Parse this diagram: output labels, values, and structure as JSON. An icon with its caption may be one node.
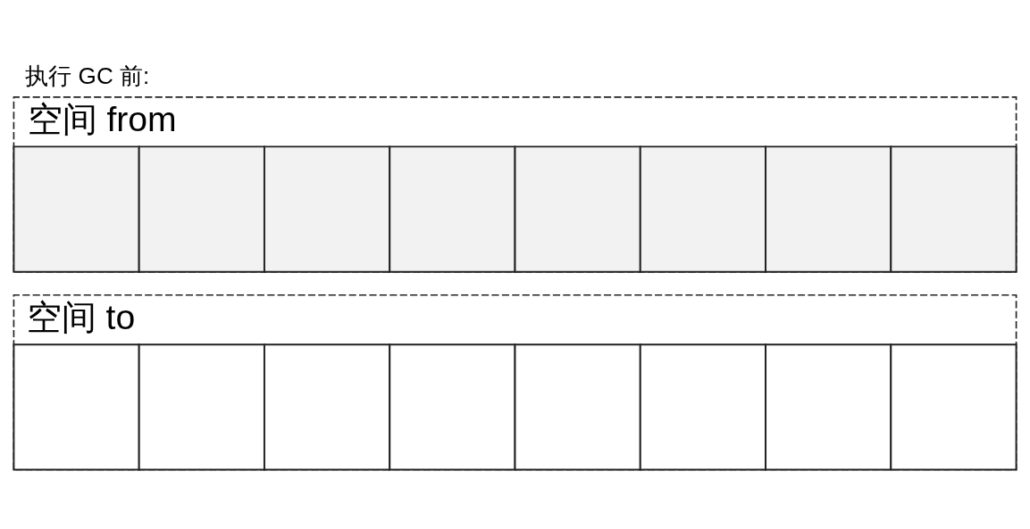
{
  "diagram": {
    "title": "执行 GC 前:",
    "nodes": [
      {
        "text": [
          "空间 from"
        ]
      },
      {
        "text": [],
        "shape": "box",
        "in": 0
      },
      {
        "text": [],
        "shape": "box",
        "in": 0
      },
      {
        "text": [],
        "shape": "box",
        "in": 0
      },
      {
        "text": [],
        "shape": "box",
        "in": 0
      },
      {
        "text": [],
        "shape": "box",
        "in": 0
      },
      {
        "text": [],
        "shape": "box",
        "in": 0
      },
      {
        "text": [],
        "shape": "box",
        "in": 0
      },
      {
        "text": [],
        "shape": "box",
        "in": 0
      },
      {
        "text": [
          "空间 to"
        ]
      },
      {
        "text": [],
        "shape": "box",
        "in": 9
      },
      {
        "text": [],
        "shape": "box",
        "in": 9
      },
      {
        "text": [],
        "shape": "box",
        "in": 9
      },
      {
        "text": [],
        "shape": "box",
        "in": 9
      },
      {
        "text": [],
        "shape": "box",
        "in": 9
      },
      {
        "text": [],
        "shape": "box",
        "in": 9
      },
      {
        "text": [],
        "shape": "box",
        "in": 9
      },
      {
        "text": [],
        "shape": "box",
        "in": 9
      }
    ]
  }
}
